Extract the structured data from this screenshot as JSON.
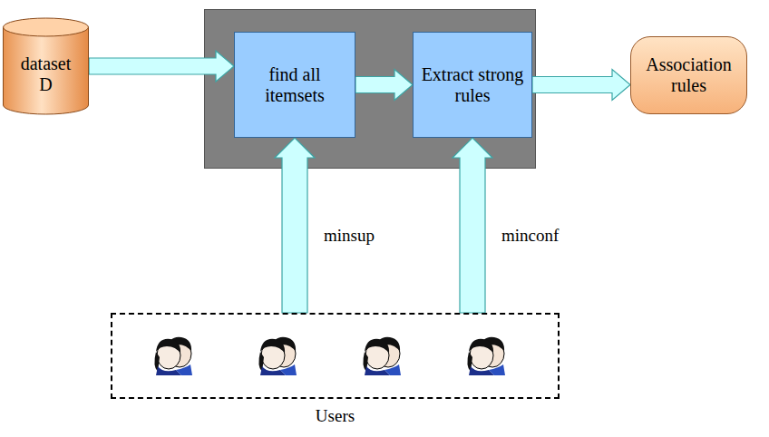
{
  "diagram": {
    "nodes": [
      {
        "text": [
          "dataset D"
        ]
      },
      {
        "text": [
          "find all itemsets"
        ]
      },
      {
        "text": [
          "Extract strong rules"
        ]
      },
      {
        "text": [
          "Association rules"
        ]
      },
      {
        "text": [
          "Users"
        ]
      }
    ],
    "edges": [
      {
        "from": 0,
        "to": 1,
        "arrow": "to"
      },
      {
        "from": 1,
        "to": 2,
        "arrow": "to"
      },
      {
        "from": 2,
        "to": 3,
        "arrow": "to"
      },
      {
        "from": 4,
        "to": 1,
        "label": "minsup",
        "arrow": "to"
      },
      {
        "from": 4,
        "to": 2,
        "label": "minconf",
        "arrow": "to"
      }
    ]
  }
}
